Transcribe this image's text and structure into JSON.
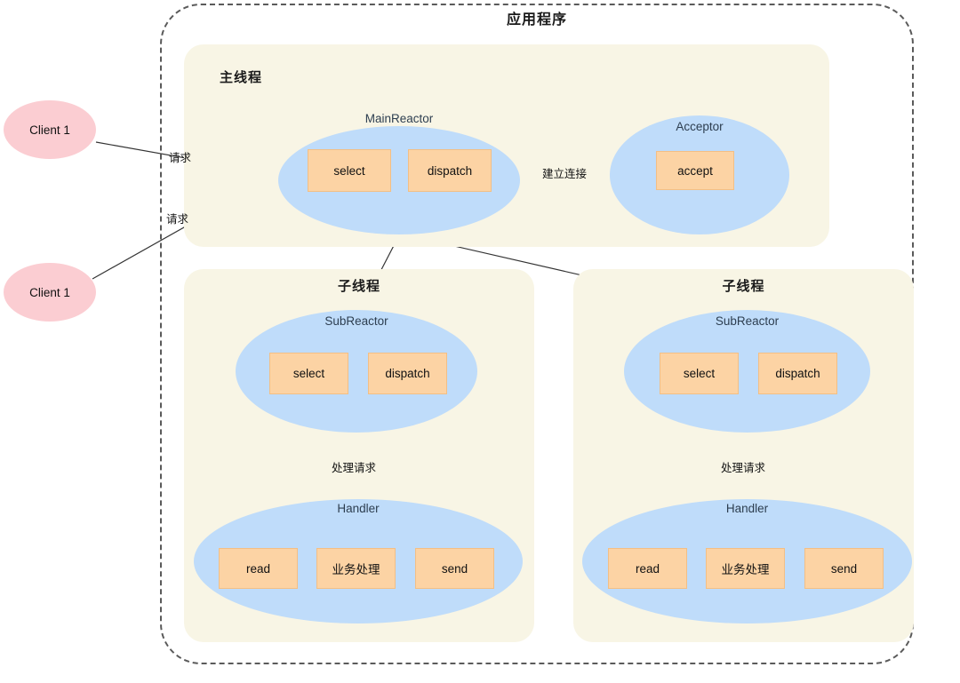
{
  "app": {
    "title": "应用程序"
  },
  "clients": [
    {
      "label": "Client 1"
    },
    {
      "label": "Client 1"
    }
  ],
  "edges": {
    "request_top": "请求",
    "request_bottom": "请求",
    "establish_connection": "建立连接",
    "handle_request_left": "处理请求",
    "handle_request_right": "处理请求"
  },
  "main_thread": {
    "title": "主线程",
    "main_reactor": {
      "label": "MainReactor",
      "ops": [
        {
          "label": "select"
        },
        {
          "label": "dispatch"
        }
      ]
    },
    "acceptor": {
      "label": "Acceptor",
      "ops": [
        {
          "label": "accept"
        }
      ]
    }
  },
  "sub_threads": [
    {
      "title": "子线程",
      "sub_reactor": {
        "label": "SubReactor",
        "ops": [
          {
            "label": "select"
          },
          {
            "label": "dispatch"
          }
        ]
      },
      "handler": {
        "label": "Handler",
        "ops": [
          {
            "label": "read"
          },
          {
            "label": "业务处理"
          },
          {
            "label": "send"
          }
        ]
      }
    },
    {
      "title": "子线程",
      "sub_reactor": {
        "label": "SubReactor",
        "ops": [
          {
            "label": "select"
          },
          {
            "label": "dispatch"
          }
        ]
      },
      "handler": {
        "label": "Handler",
        "ops": [
          {
            "label": "read"
          },
          {
            "label": "业务处理"
          },
          {
            "label": "send"
          }
        ]
      }
    }
  ],
  "colors": {
    "panel_bg": "#f8f5e5",
    "ellipse_bg": "#bfdcfa",
    "opbox_bg": "#fcd3a4",
    "client_bg": "#fbcdd2",
    "boundary_stroke": "#5a5a5a",
    "connector_stroke": "#333333"
  }
}
